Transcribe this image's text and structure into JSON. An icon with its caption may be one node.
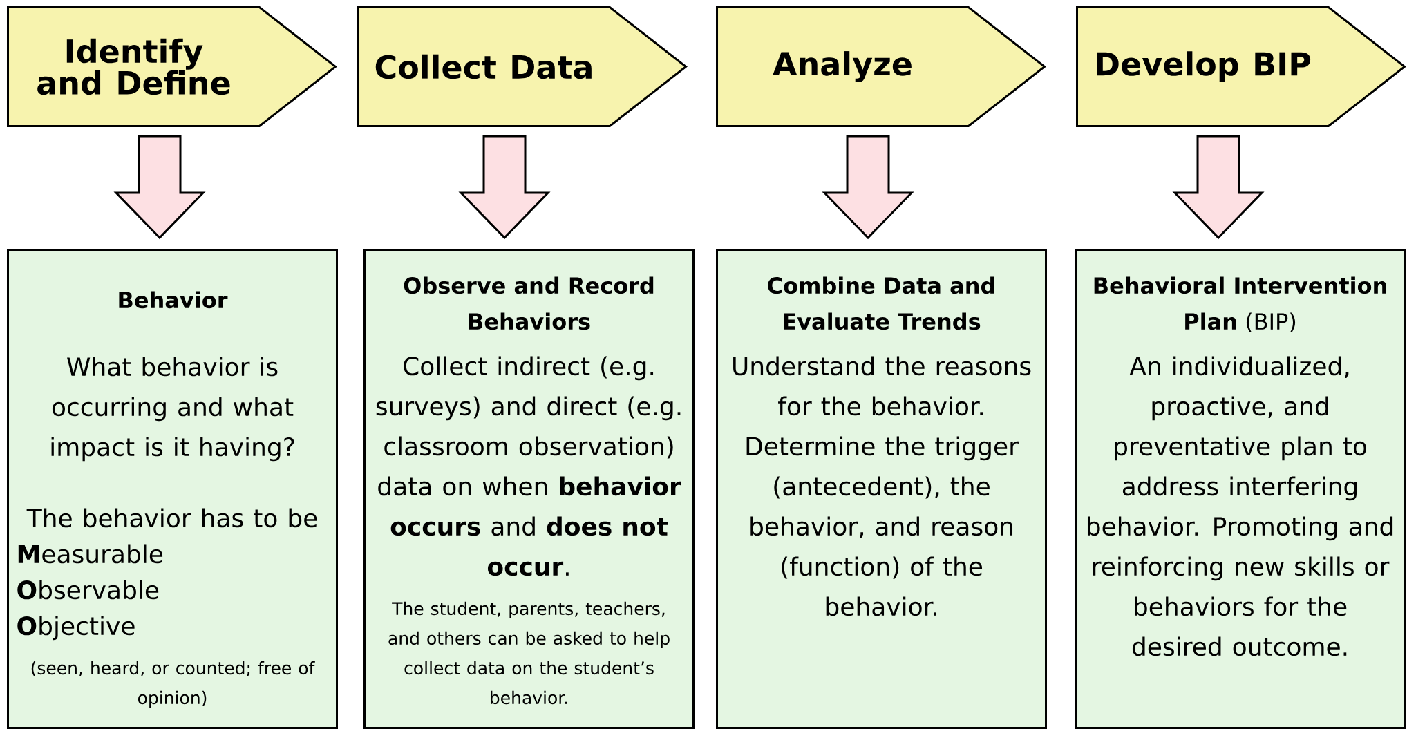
{
  "diagram": {
    "nodes": [
      {
        "text": [
          "Identify and Define"
        ]
      },
      {
        "text": [
          "Collect Data"
        ]
      },
      {
        "text": [
          "Analyze"
        ]
      },
      {
        "text": [
          "Develop BIP"
        ]
      },
      {
        "text": [
          "Behavior",
          "What behavior is occurring and what impact is it having?",
          "The behavior has to be",
          "**M**easurable",
          "**O**bservable",
          "**O**bjective",
          "(seen, heard, or counted; free of opinion)"
        ]
      },
      {
        "text": [
          "Observe and Record Behaviors",
          "Collect indirect (e.g. surveys) and direct (e.g. classroom observation) data on when **behavior occurs** and **does not occur**.",
          "The student, parents, teachers, and others can be asked to help collect data on the student’s behavior."
        ]
      },
      {
        "text": [
          "Combine Data and Evaluate Trends",
          "Understand the reasons for the behavior. Determine the trigger (antecedent), the behavior, and reason (function) of the behavior."
        ]
      },
      {
        "text": [
          "**Behavioral Intervention Plan** (BIP)",
          "An individualized, proactive, and preventative plan to address interfering behavior. Promoting and reinforcing new skills or behaviors for the desired outcome."
        ]
      }
    ],
    "edges": [
      {
        "from": 0,
        "to": 4,
        "arrow": "to"
      },
      {
        "from": 1,
        "to": 5,
        "arrow": "to"
      },
      {
        "from": 2,
        "to": 6,
        "arrow": "to"
      },
      {
        "from": 3,
        "to": 7,
        "arrow": "to"
      }
    ]
  }
}
